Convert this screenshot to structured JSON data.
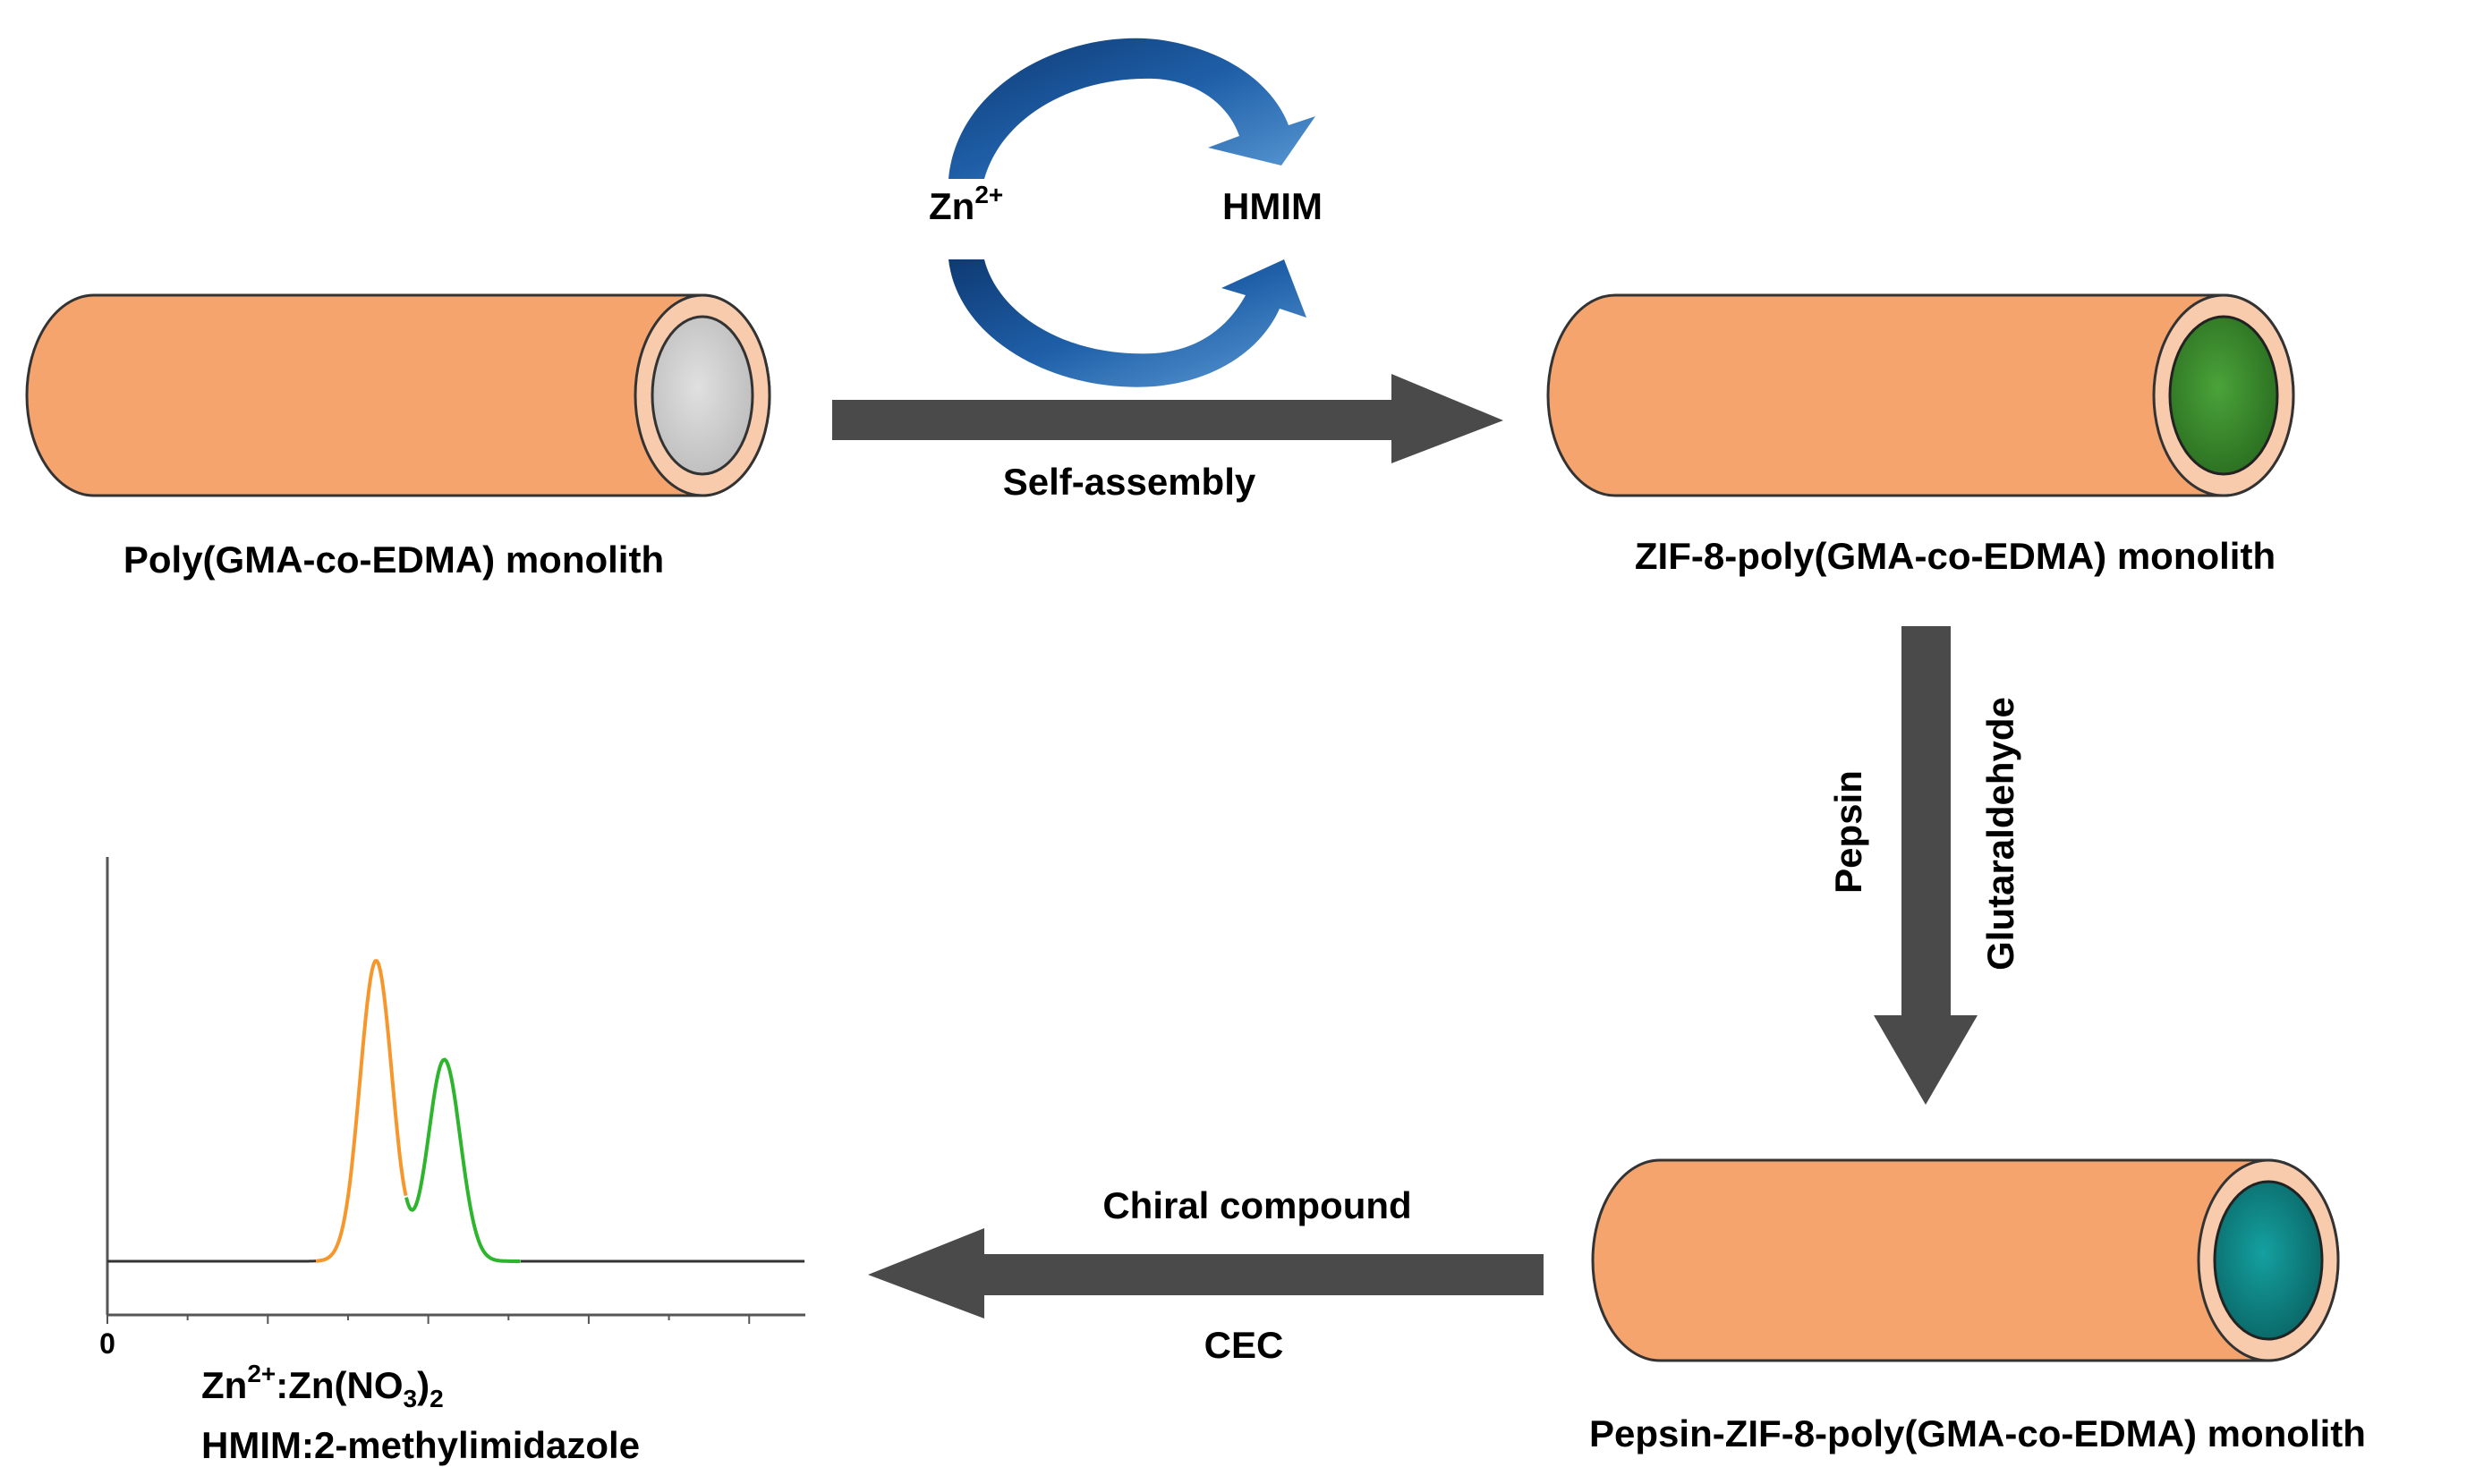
{
  "labels": {
    "zn": "Zn",
    "zn_sup": "2+",
    "hmim": "HMIM",
    "self_assembly": "Self-assembly",
    "monolith_plain": "Poly(GMA-co-EDMA) monolith",
    "monolith_zif": "ZIF-8-poly(GMA-co-EDMA) monolith",
    "pepsin": "Pepsin",
    "glutaraldehyde": "Glutaraldehyde",
    "monolith_pepsin": "Pepsin-ZIF-8-poly(GMA-co-EDMA) monolith",
    "chiral_compound": "Chiral compound",
    "cec": "CEC",
    "chart_origin": "0",
    "legend_zn_prefix": "Zn",
    "legend_zn_sup": "2+",
    "legend_zn_mid": ":Zn(NO",
    "legend_zn_sub": "3",
    "legend_zn_close": ")",
    "legend_zn_sub2": "2",
    "legend_hmim": "HMIM:2-methylimidazole"
  },
  "colors": {
    "tube_body": "#F5A46E",
    "tube_ring": "#F8CBAD",
    "core_plain": "#D3D3D3",
    "core_zif": "#3B8C2E",
    "core_pepsin": "#0F8A8A",
    "process_arrow": "#4A4A4A",
    "cycle_arrow": "#1F5FA8",
    "peak_1": "#F7962B",
    "peak_2": "#2DB52D",
    "baseline": "#333333"
  },
  "chart_data": {
    "type": "line",
    "title": "",
    "xlabel": "",
    "ylabel": "",
    "x_tick_labels": [
      "0"
    ],
    "series": [
      {
        "color": "#333333",
        "peak_center": null,
        "peak_height": 0
      },
      {
        "color": "#F7962B",
        "peak_center": 3.35,
        "peak_height": 0.82
      },
      {
        "color": "#2DB52D",
        "peak_center": 4.2,
        "peak_height": 0.55
      }
    ],
    "xlim": [
      0,
      8.7
    ],
    "ylim": [
      0,
      1
    ]
  }
}
